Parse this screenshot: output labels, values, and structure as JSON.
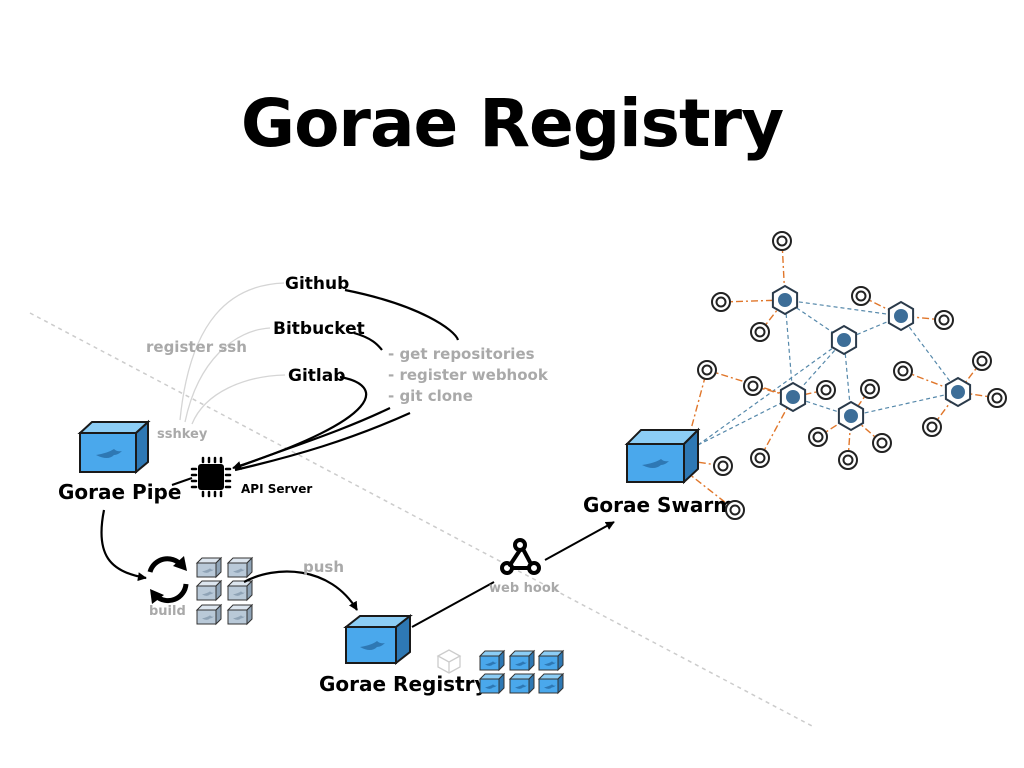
{
  "title": "Gorae Registry",
  "sources": {
    "github": "Github",
    "bitbucket": "Bitbucket",
    "gitlab": "Gitlab",
    "register_ssh": "register ssh",
    "sshkey": "sshkey"
  },
  "api_tasks": [
    "- get repositories",
    "- register webhook",
    "- git clone"
  ],
  "nodes": {
    "pipe": "Gorae Pipe",
    "api_server": "API Server",
    "build": "build",
    "push": "push",
    "registry": "Gorae Registry",
    "web_hook": "web hook",
    "swarm": "Gorae Swarm"
  },
  "colors": {
    "container_face": "#4aa8ec",
    "container_top": "#8ccdf5",
    "container_side": "#2e78b4",
    "cube_gray": "#b9c9d8",
    "swarm_edge_blue": "#5588aa",
    "swarm_edge_orange": "#e0762a",
    "hex_node": "#3d6e98",
    "divider": "#cccccc"
  }
}
